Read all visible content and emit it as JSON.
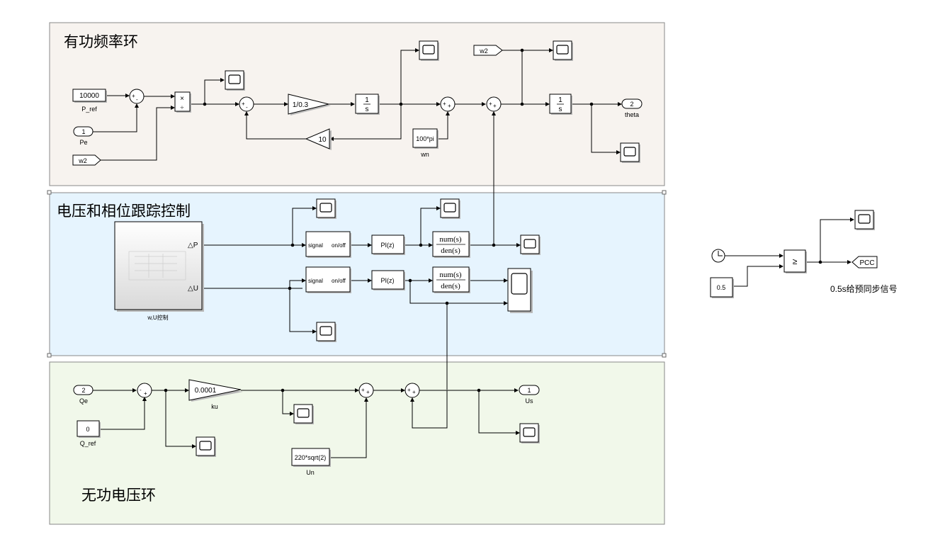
{
  "areas": {
    "active": {
      "title": "有功频率环",
      "fill": "#f7f3ef"
    },
    "tracking": {
      "title": "电压和相位跟踪控制",
      "fill": "#e6f4fe"
    },
    "reactive": {
      "title": "无功电压环",
      "fill": "#f1f8ea"
    }
  },
  "blocks": {
    "p_ref": {
      "value": "10000",
      "label": "P_ref"
    },
    "pe": {
      "value": "1",
      "label": "Pe"
    },
    "w2_goto_in": {
      "value": "w2"
    },
    "product": {
      "top": "×",
      "bottom": "÷"
    },
    "gain_inv": {
      "value": "1/0.3"
    },
    "gain_fb": {
      "value": "10"
    },
    "int1": {
      "num": "1",
      "den": "s"
    },
    "wn": {
      "value": "100*pi",
      "label": "wn"
    },
    "w2_from": {
      "value": "w2"
    },
    "int2": {
      "num": "1",
      "den": "s"
    },
    "theta": {
      "value": "2",
      "label": "theta"
    },
    "subsys": {
      "port_p": "△P",
      "port_u": "△U",
      "label": "w,U控制"
    },
    "switch1": {
      "left": "signal",
      "right": "on/off"
    },
    "switch2": {
      "left": "signal",
      "right": "on/off"
    },
    "pi1": {
      "value": "PI(z)"
    },
    "pi2": {
      "value": "PI(z)"
    },
    "tf1": {
      "num": "num(s)",
      "den": "den(s)"
    },
    "tf2": {
      "num": "num(s)",
      "den": "den(s)"
    },
    "qe": {
      "value": "2",
      "label": "Qe"
    },
    "q_ref": {
      "value": "0",
      "label": "Q_ref"
    },
    "ku": {
      "value": "0.0001",
      "label": "ku"
    },
    "un": {
      "value": "220*sqrt(2)",
      "label": "Un"
    },
    "us": {
      "value": "1",
      "label": "Us"
    },
    "compare": {
      "value": "≥"
    },
    "const05": {
      "value": "0.5"
    },
    "pcc": {
      "value": "PCC"
    },
    "pcc_note": {
      "value": "0.5s给预同步信号"
    }
  },
  "signs": {
    "sum_p": {
      "a": "+",
      "b": "-"
    },
    "sum_w": {
      "a": "+",
      "b": "-"
    },
    "sum_wn": {
      "a": "+",
      "b": "+"
    },
    "sum_theta": {
      "a": "+",
      "b": "+"
    },
    "sum_q": {
      "a": "-",
      "b": "+"
    },
    "sum_un": {
      "a": "+",
      "b": "+"
    },
    "sum_us": {
      "a": "+",
      "b": "+"
    }
  }
}
